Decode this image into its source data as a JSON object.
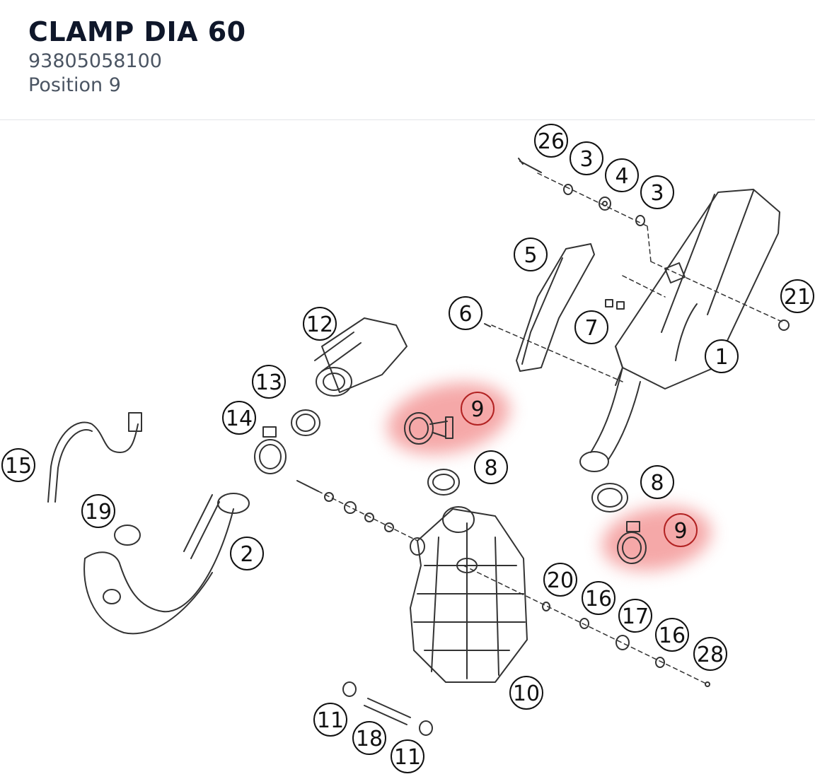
{
  "part": {
    "title": "CLAMP DIA 60",
    "number": "93805058100",
    "position_label": "Position 9"
  },
  "diagram": {
    "highlight_color": "#f28b8b",
    "callouts": [
      "26",
      "3",
      "4",
      "3",
      "5",
      "21",
      "6",
      "7",
      "1",
      "12",
      "13",
      "14",
      "9",
      "8",
      "15",
      "19",
      "2",
      "8",
      "9",
      "20",
      "16",
      "17",
      "16",
      "28",
      "10",
      "11",
      "18",
      "11"
    ],
    "highlighted": [
      "9"
    ]
  }
}
